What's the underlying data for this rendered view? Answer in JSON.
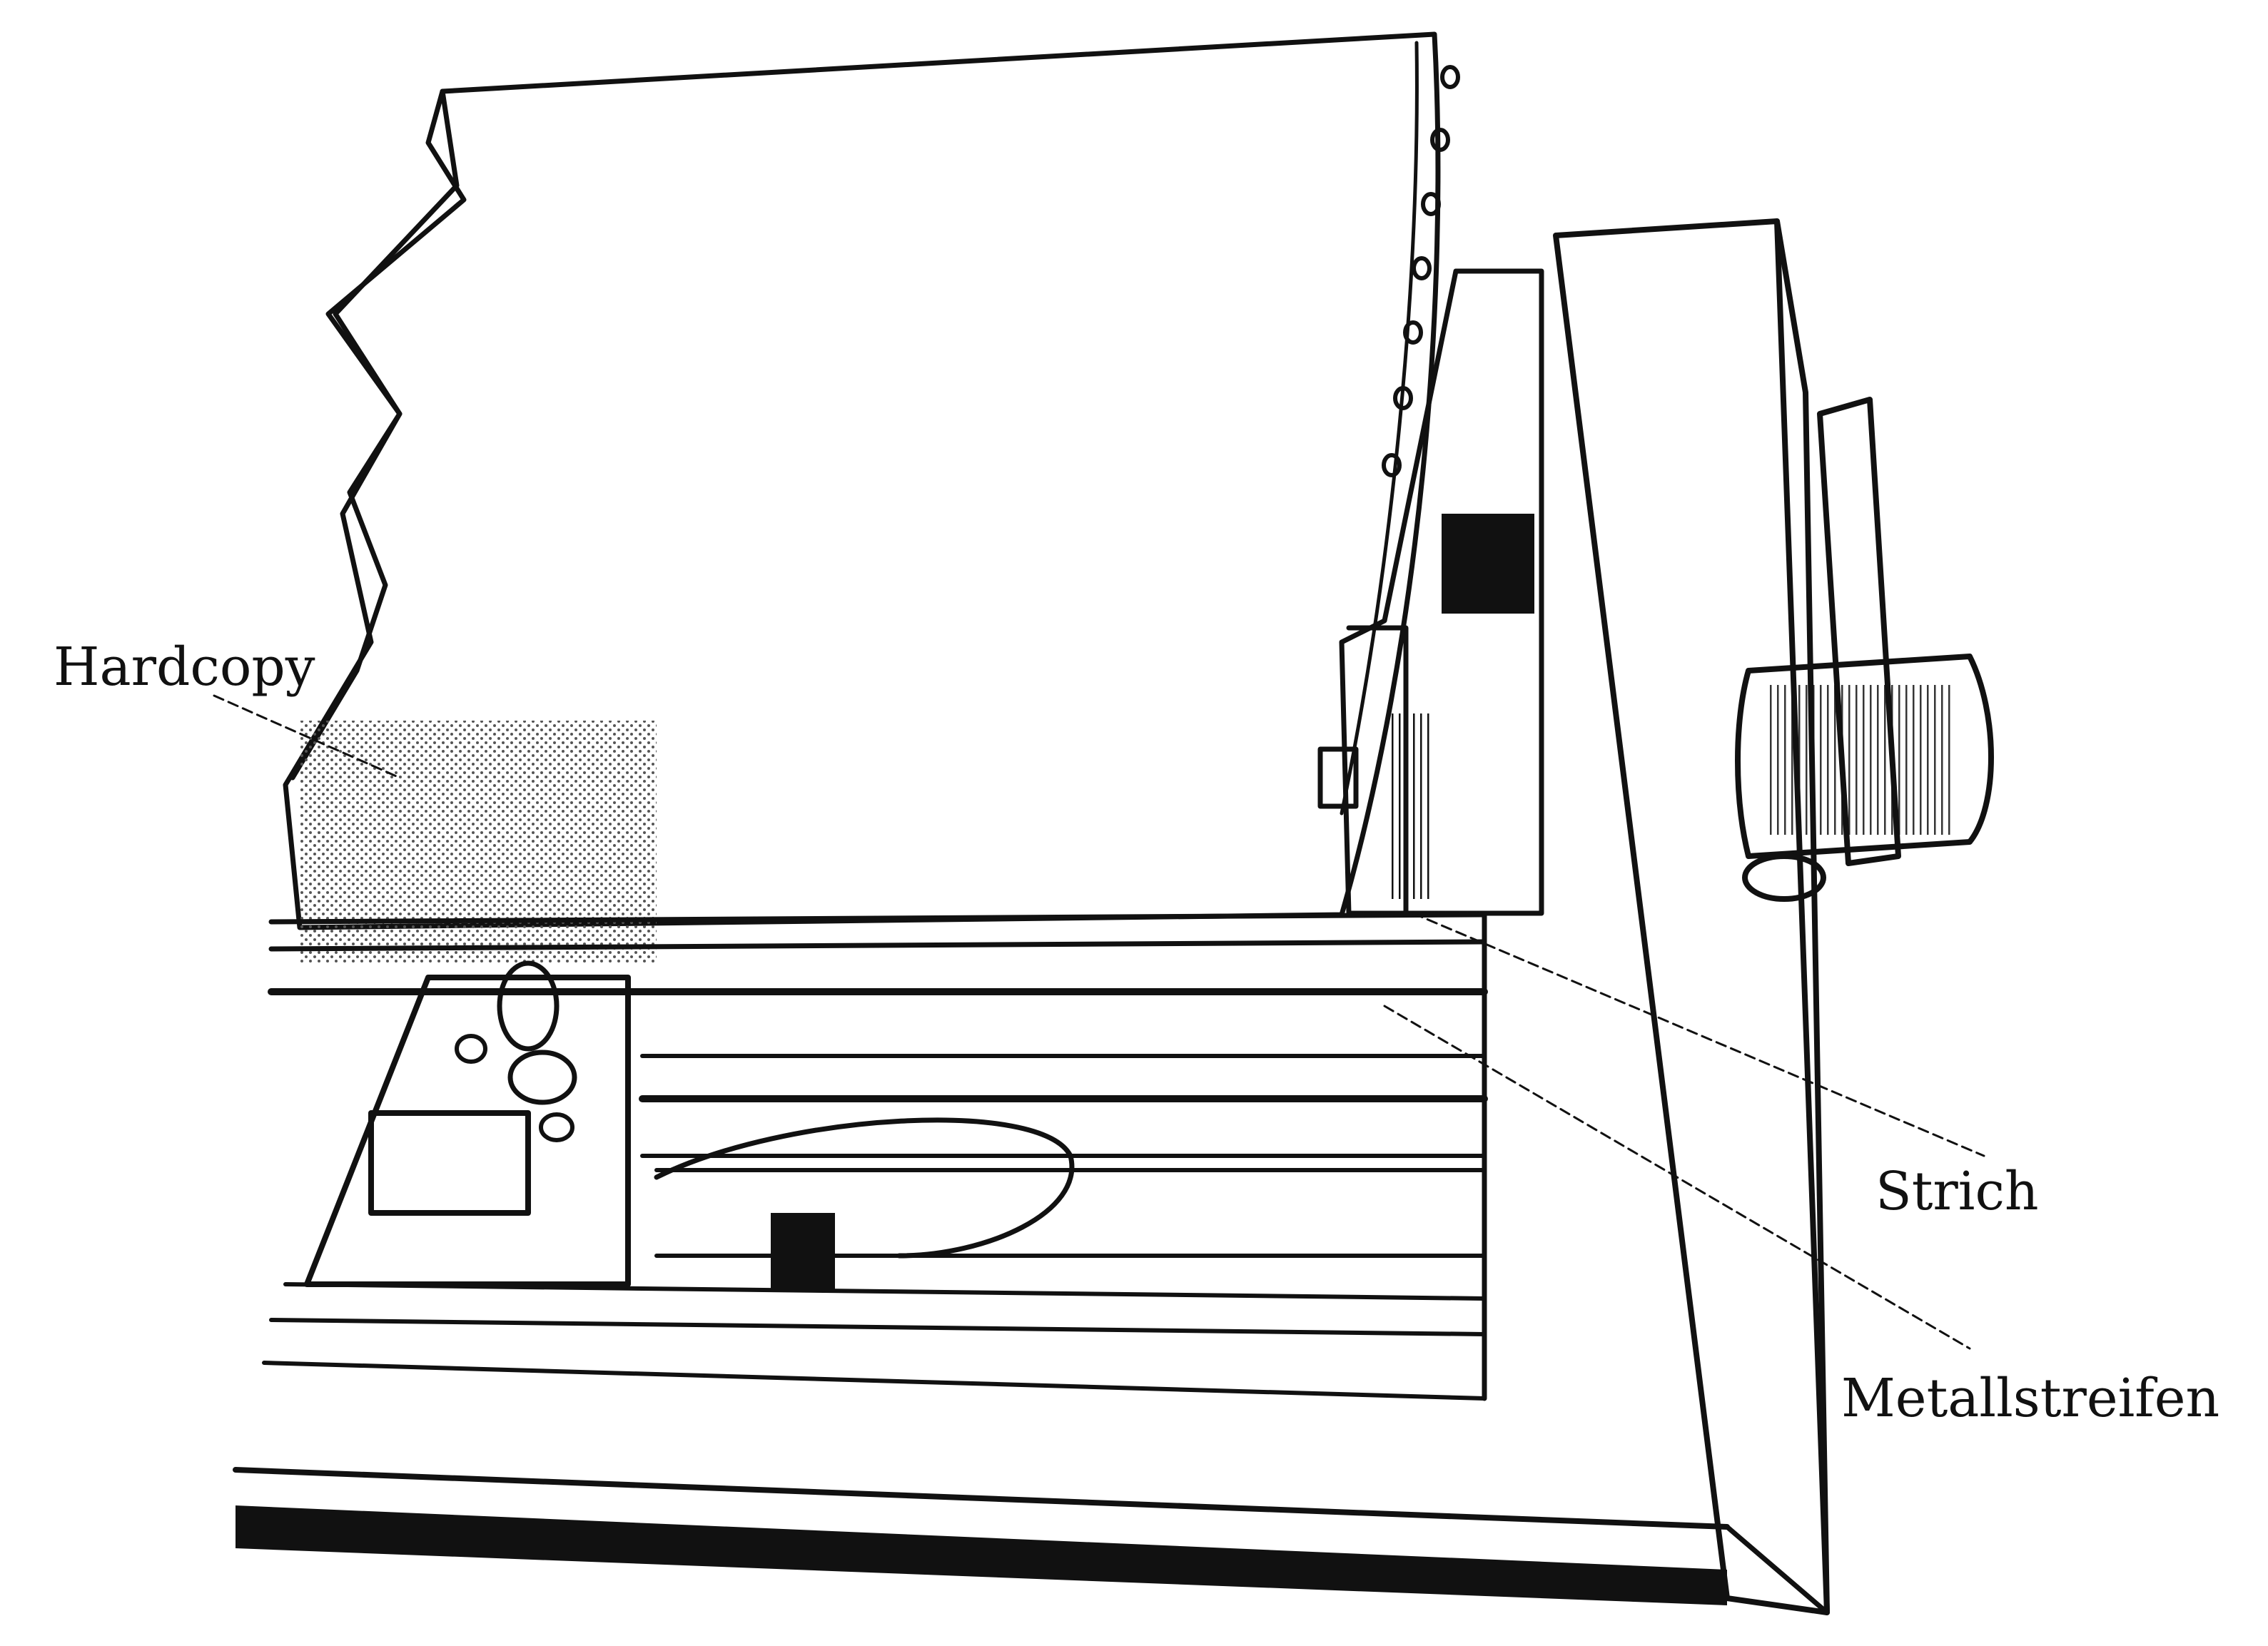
{
  "labels": {
    "hardcopy": "Hardcopy",
    "strich": "Strich",
    "metallstreifen": "Metallstreifen"
  },
  "colors": {
    "ink": "#111111",
    "paper": "#ffffff",
    "stipple": "#555555"
  }
}
